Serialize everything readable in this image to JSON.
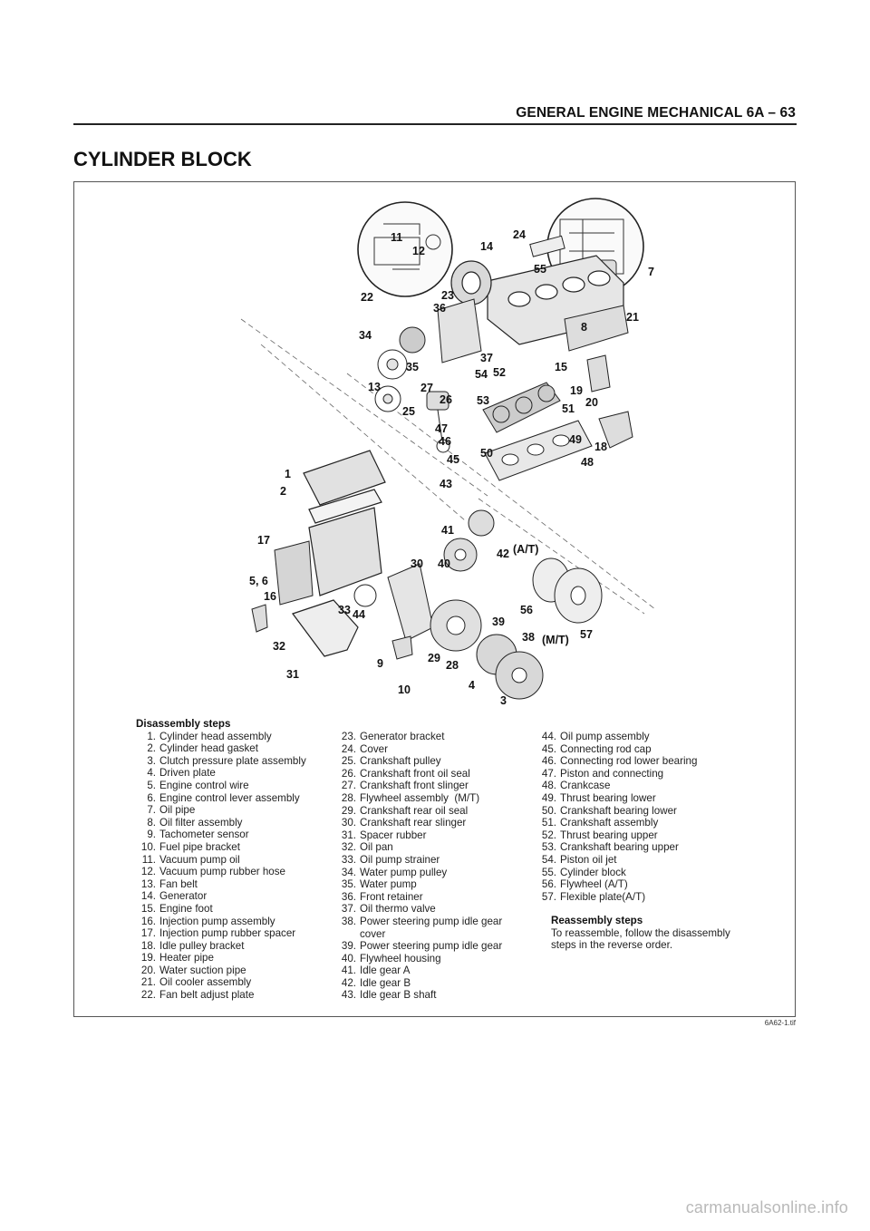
{
  "header": {
    "title": "GENERAL ENGINE MECHANICAL  6A – 63"
  },
  "section": {
    "title": "CYLINDER BLOCK"
  },
  "figure": {
    "code": "6A62-1.tif",
    "labels": [
      "1",
      "2",
      "3",
      "4",
      "5, 6",
      "7",
      "8",
      "9",
      "10",
      "11",
      "12",
      "13",
      "14",
      "15",
      "16",
      "17",
      "18",
      "19",
      "20",
      "21",
      "22",
      "23",
      "24",
      "25",
      "26",
      "27",
      "28",
      "29",
      "30",
      "31",
      "32",
      "33",
      "34",
      "35",
      "36",
      "37",
      "38",
      "39",
      "40",
      "41",
      "42",
      "43",
      "44",
      "45",
      "46",
      "47",
      "48",
      "49",
      "50",
      "51",
      "52",
      "53",
      "54",
      "55",
      "56",
      "57",
      "(A/T)",
      "(M/T)"
    ]
  },
  "disassembly": {
    "heading": "Disassembly steps",
    "col1": [
      {
        "n": "1.",
        "t": "Cylinder head assembly"
      },
      {
        "n": "2.",
        "t": "Cylinder head gasket"
      },
      {
        "n": "3.",
        "t": "Clutch pressure plate assembly"
      },
      {
        "n": "4.",
        "t": "Driven plate"
      },
      {
        "n": "5.",
        "t": "Engine control wire"
      },
      {
        "n": "6.",
        "t": "Engine control lever assembly"
      },
      {
        "n": "7.",
        "t": "Oil pipe"
      },
      {
        "n": "8.",
        "t": "Oil filter assembly"
      },
      {
        "n": "9.",
        "t": "Tachometer sensor"
      },
      {
        "n": "10.",
        "t": "Fuel pipe bracket"
      },
      {
        "n": "11.",
        "t": "Vacuum pump oil"
      },
      {
        "n": "12.",
        "t": "Vacuum pump rubber hose"
      },
      {
        "n": "13.",
        "t": "Fan belt"
      },
      {
        "n": "14.",
        "t": "Generator"
      },
      {
        "n": "15.",
        "t": "Engine foot"
      },
      {
        "n": "16.",
        "t": "Injection pump assembly"
      },
      {
        "n": "17.",
        "t": "Injection pump rubber spacer"
      },
      {
        "n": "18.",
        "t": "Idle pulley bracket"
      },
      {
        "n": "19.",
        "t": "Heater pipe"
      },
      {
        "n": "20.",
        "t": "Water suction pipe"
      },
      {
        "n": "21.",
        "t": "Oil cooler assembly"
      },
      {
        "n": "22.",
        "t": "Fan belt adjust plate"
      }
    ],
    "col2": [
      {
        "n": "23.",
        "t": "Generator bracket"
      },
      {
        "n": "24.",
        "t": "Cover"
      },
      {
        "n": "25.",
        "t": "Crankshaft pulley"
      },
      {
        "n": "26.",
        "t": "Crankshaft front oil seal"
      },
      {
        "n": "27.",
        "t": "Crankshaft front slinger"
      },
      {
        "n": "28.",
        "t": "Flywheel assembly  (M/T)"
      },
      {
        "n": "29.",
        "t": "Crankshaft rear oil seal"
      },
      {
        "n": "30.",
        "t": "Crankshaft rear slinger"
      },
      {
        "n": "31.",
        "t": "Spacer rubber"
      },
      {
        "n": "32.",
        "t": "Oil pan"
      },
      {
        "n": "33.",
        "t": "Oil pump strainer"
      },
      {
        "n": "34.",
        "t": "Water pump pulley"
      },
      {
        "n": "35.",
        "t": "Water pump"
      },
      {
        "n": "36.",
        "t": "Front retainer"
      },
      {
        "n": "37.",
        "t": "Oil thermo valve"
      },
      {
        "n": "38.",
        "t": "Power steering pump idle gear\ncover"
      },
      {
        "n": "39.",
        "t": "Power steering pump idle gear"
      },
      {
        "n": "40.",
        "t": "Flywheel housing"
      },
      {
        "n": "41.",
        "t": "Idle gear A"
      },
      {
        "n": "42.",
        "t": "Idle gear B"
      },
      {
        "n": "43.",
        "t": "Idle gear B shaft"
      }
    ],
    "col3": [
      {
        "n": "44.",
        "t": "Oil pump assembly"
      },
      {
        "n": "45.",
        "t": "Connecting rod cap"
      },
      {
        "n": "46.",
        "t": "Connecting rod lower bearing"
      },
      {
        "n": "47.",
        "t": "Piston and connecting"
      },
      {
        "n": "48.",
        "t": "Crankcase"
      },
      {
        "n": "49.",
        "t": "Thrust bearing lower"
      },
      {
        "n": "50.",
        "t": "Crankshaft bearing lower"
      },
      {
        "n": "51.",
        "t": "Crankshaft assembly"
      },
      {
        "n": "52.",
        "t": "Thrust bearing upper"
      },
      {
        "n": "53.",
        "t": "Crankshaft bearing upper"
      },
      {
        "n": "54.",
        "t": "Piston oil jet"
      },
      {
        "n": "55.",
        "t": "Cylinder block"
      },
      {
        "n": "56.",
        "t": "Flywheel (A/T)"
      },
      {
        "n": "57.",
        "t": "Flexible plate(A/T)"
      }
    ]
  },
  "reassembly": {
    "heading": "Reassembly steps",
    "text": "To reassemble, follow the disassembly steps in the reverse order."
  },
  "watermark": "carmanualsonline.info"
}
